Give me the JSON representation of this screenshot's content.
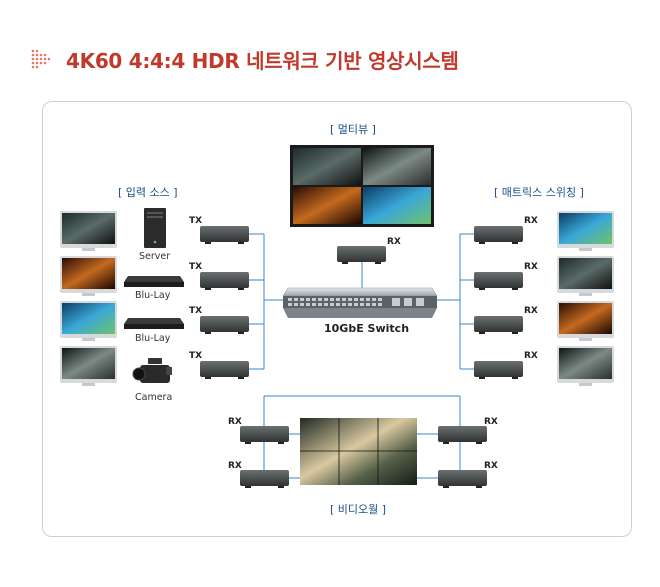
{
  "title": "4K60 4:4:4 HDR 네트워크 기반 영상시스템",
  "sections": {
    "input": "[ 입력 소스 ]",
    "multiview": "[ 멀티뷰 ]",
    "matrix": "[ 매트릭스 스위칭 ]",
    "videowall": "[ 비디오월 ]"
  },
  "switch_label": "10GbE Switch",
  "sources": [
    "Server",
    "Blu-Lay",
    "Blu-Lay",
    "Camera"
  ],
  "tx_label": "TX",
  "rx_label": "RX",
  "colors": {
    "title": "#c0392b",
    "section": "#1a4f8a",
    "line": "#3a86c8"
  }
}
